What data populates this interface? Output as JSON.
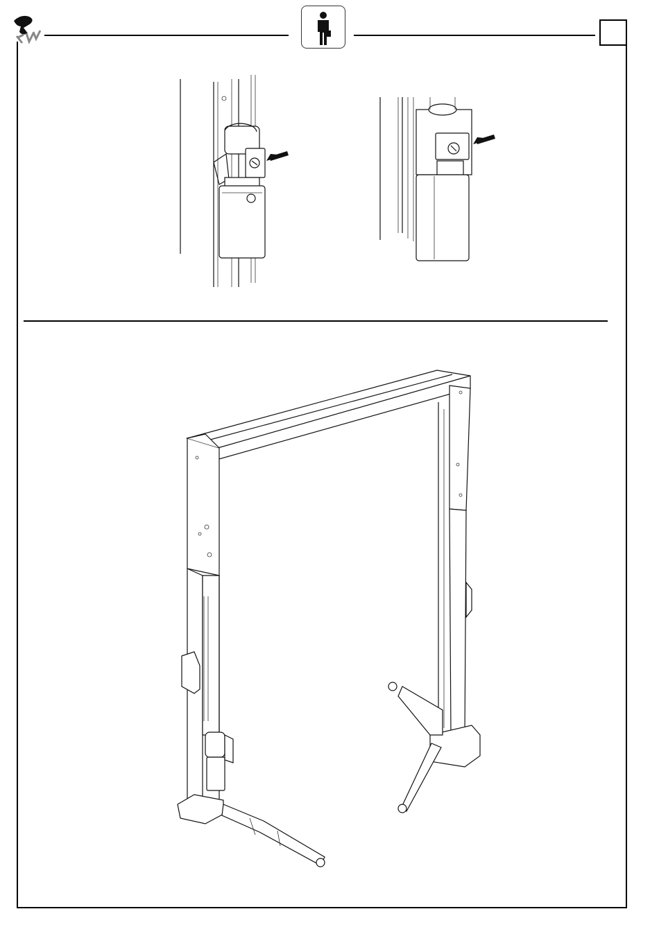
{
  "header": {
    "logo_icon": "brand-logo-icon",
    "badge_icon": "operator-person-icon",
    "page_box_text": ""
  },
  "figures": {
    "top_left": {
      "icon": "hydraulic-power-unit-switch"
    },
    "top_right": {
      "icon": "hydraulic-power-unit-switch"
    },
    "bottom": {
      "icon": "two-post-lift"
    }
  },
  "colors": {
    "line": "#111111",
    "background": "#ffffff"
  }
}
